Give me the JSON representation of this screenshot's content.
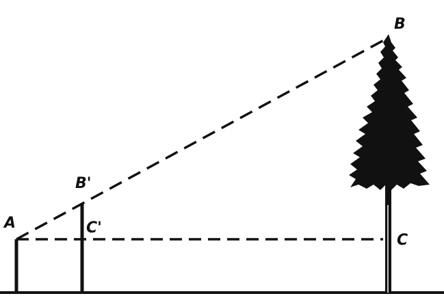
{
  "diagram": {
    "labels": {
      "A": "A",
      "B": "B",
      "B_prime": "B'",
      "C": "C",
      "C_prime": "C'"
    },
    "ink_color": "#111111",
    "background": "#ffffff"
  }
}
